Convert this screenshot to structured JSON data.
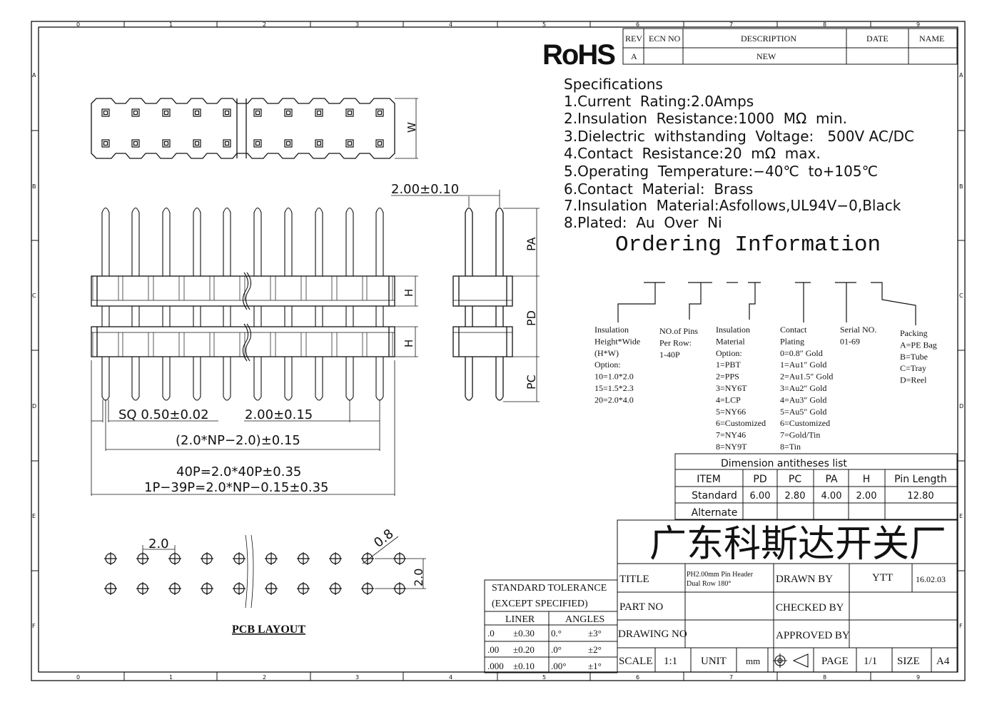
{
  "rohs": "RoHS",
  "col_numbers": [
    "0",
    "1",
    "2",
    "3",
    "4",
    "5",
    "6",
    "7",
    "8",
    "9"
  ],
  "row_letters": [
    "A",
    "B",
    "C",
    "D",
    "E",
    "F"
  ],
  "revision": {
    "headers": [
      "REV",
      "ECN NO",
      "DESCRIPTION",
      "DATE",
      "NAME"
    ],
    "row": [
      "A",
      "",
      "NEW",
      "",
      ""
    ]
  },
  "specs": [
    "Specifications",
    "1.Current  Rating:2.0Amps",
    "2.Insulation  Resistance:1000  MΩ  min.",
    "3.Dielectric  withstanding  Voltage:   500V AC/DC",
    "4.Contact  Resistance:20  mΩ  max.",
    "5.Operating  Temperature:−40℃  to+105℃",
    "6.Contact  Material:  Brass",
    "7.Insulation  Material:Asfollows,UL94V−0,Black",
    "8.Plated:  Au  Over  Ni"
  ],
  "ordering_title": "Ordering Information",
  "ordering": [
    {
      "lines": [
        "Insulation",
        "Height*Wide",
        "(H*W)",
        "Option:",
        "10=1.0*2.0",
        "15=1.5*2.3",
        "20=2.0*4.0"
      ]
    },
    {
      "lines": [
        "NO.of Pins",
        "Per Row:",
        "1-40P"
      ]
    },
    {
      "lines": [
        "Insulation",
        "Material",
        "Option:",
        "1=PBT",
        "2=PPS",
        "3=NY6T",
        "4=LCP",
        "5=NY66",
        "6=Customized",
        "7=NY46",
        "8=NY9T"
      ]
    },
    {
      "lines": [
        "Contact",
        "Plating",
        "0=0.8″ Gold",
        "1=Au1″ Gold",
        "2=Au1.5″ Gold",
        "3=Au2″ Gold",
        "4=Au3″ Gold",
        "5=Au5″ Gold",
        "6=Customized",
        "7=Gold/Tin",
        "8=Tin"
      ]
    },
    {
      "lines": [
        "Serial NO.",
        "01-69"
      ]
    },
    {
      "lines": [
        "Packing",
        "A=PE Bag",
        "B=Tube",
        "C=Tray",
        "D=Reel"
      ]
    }
  ],
  "dimension_table": {
    "title": "Dimension antitheses list",
    "headers": [
      "ITEM",
      "PD",
      "PC",
      "PA",
      "H",
      "Pin Length"
    ],
    "rows": [
      [
        "Standard",
        "6.00",
        "2.80",
        "4.00",
        "2.00",
        "12.80"
      ],
      [
        "Alternate",
        "",
        "",
        "",
        "",
        ""
      ]
    ]
  },
  "drawing_labels": {
    "w": "W",
    "pa": "PA",
    "pd": "PD",
    "pc": "PC",
    "h": "H",
    "pitch_side": "2.00±0.10",
    "sq": "SQ  0.50±0.02",
    "pitch": "2.00±0.15",
    "np_formula": "(2.0*NP−2.0)±0.15",
    "len_40p": "40P=2.0*40P±0.35",
    "len_np": "1P−39P=2.0*NP−0.15±0.35",
    "pcb_pitch": "2.0",
    "pcb_hole": "0.8",
    "pcb_row": "2.0",
    "pcb_layout": "PCB LAYOUT"
  },
  "tolerance": {
    "title1": "STANDARD  TOLERANCE",
    "title2": "(EXCEPT   SPECIFIED)",
    "h_liner": "LINER",
    "h_angles": "ANGLES",
    "rows": [
      [
        ".0",
        "±0.30",
        "0.°",
        "±3°"
      ],
      [
        ".00",
        "±0.20",
        ".0°",
        "±2°"
      ],
      [
        ".000",
        "±0.10",
        ".00°",
        "±1°"
      ]
    ]
  },
  "title_block": {
    "company": "广东科斯达开关厂",
    "title_label": "TITLE",
    "title_value_1": "PH2.00mm Pin Header",
    "title_value_2": "Dual Row 180°",
    "drawn_by_label": "DRAWN BY",
    "drawn_by_value": "YTT",
    "date_value": "16.02.03",
    "part_no_label": "PART NO",
    "checked_by_label": "CHECKED BY",
    "drawing_no_label": "DRAWING NO",
    "approved_by_label": "APPROVED BY",
    "scale_label": "SCALE",
    "scale_value": "1:1",
    "unit_label": "UNIT",
    "unit_value": "mm",
    "page_label": "PAGE",
    "page_value": "1/1",
    "size_label": "SIZE",
    "size_value": "A4"
  }
}
